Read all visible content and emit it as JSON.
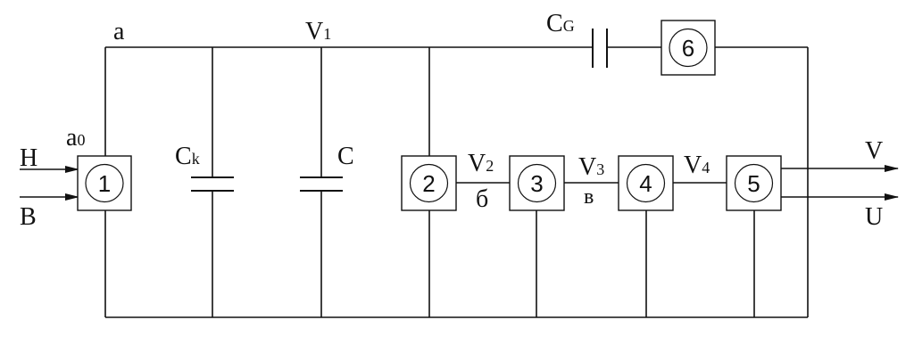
{
  "labels": {
    "node_a": "a",
    "node_a0_main": "a",
    "node_a0_sub": "0",
    "v1_main": "V",
    "v1_sub": "1",
    "cg_main": "C",
    "cg_sub": "G",
    "ck_main": "C",
    "ck_sub": "k",
    "c": "C",
    "v2_main": "V",
    "v2_sub": "2",
    "v3_main": "V",
    "v3_sub": "3",
    "v4_main": "V",
    "v4_sub": "4",
    "node_b": "б",
    "node_v": "в",
    "input_h": "H",
    "input_b": "B",
    "output_v": "V",
    "output_u": "U"
  },
  "blocks": [
    {
      "number": "1"
    },
    {
      "number": "2"
    },
    {
      "number": "3"
    },
    {
      "number": "4"
    },
    {
      "number": "5"
    },
    {
      "number": "6"
    }
  ]
}
